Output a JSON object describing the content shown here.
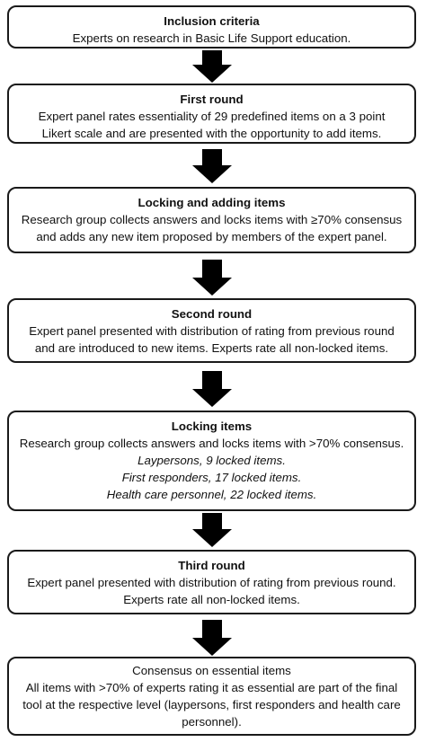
{
  "steps": [
    {
      "title": "Inclusion criteria",
      "lines": [
        "Experts on research in Basic Life Support education."
      ]
    },
    {
      "title": "First round",
      "lines": [
        "Expert panel rates essentiality of 29 predefined items on a 3 point",
        "Likert scale and are presented with the opportunity to add items."
      ]
    },
    {
      "title": "Locking and adding items",
      "lines": [
        "Research group collects answers and locks items with ≥70% consensus",
        "and adds any new item proposed by members of the expert panel."
      ]
    },
    {
      "title": "Second round",
      "lines": [
        "Expert panel presented with distribution of rating from previous round",
        "and are introduced to new items. Experts rate all non-locked items."
      ]
    },
    {
      "title": "Locking items",
      "lines": [
        "Research group collects answers and locks items with >70% consensus."
      ],
      "italic_lines": [
        "Laypersons, 9 locked items.",
        "First responders, 17 locked items.",
        "Health care personnel, 22 locked items."
      ]
    },
    {
      "title": "Third round",
      "lines": [
        "Expert panel presented with distribution of rating from previous round.",
        "Experts rate all non-locked items."
      ]
    },
    {
      "lines": [
        "Consensus on essential items",
        "All items with >70% of experts rating it as essential are part of the final",
        "tool at the respective level (laypersons, first responders and health care",
        "personnel)."
      ]
    }
  ],
  "colors": {
    "border": "#1a1a1a",
    "arrow": "#000000",
    "text": "#111111"
  }
}
